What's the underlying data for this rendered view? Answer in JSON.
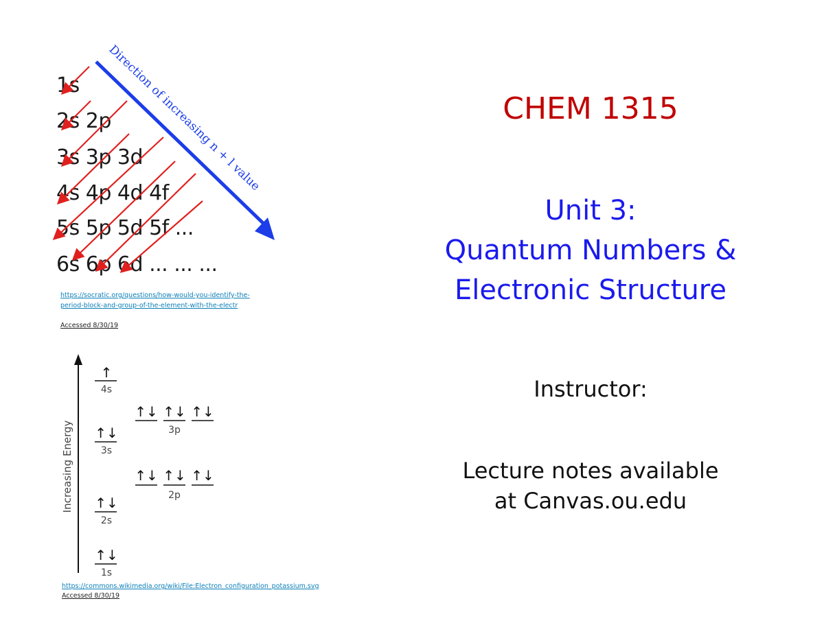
{
  "aufbau": {
    "rows": [
      "1s",
      "2s 2p",
      "3s 3p 3d",
      "4s 4p 4d 4f",
      "5s 5p 5d 5f ...",
      "6s 6p 6d ... ... ..."
    ],
    "direction_label": "Direction of increasing n + l value",
    "arrow_colors": {
      "diagonal": "#e0201e",
      "direction": "#1c3de8"
    }
  },
  "source1": {
    "url": "https://socratic.org/questions/how-would-you-identify-the-period-block-and-group-of-the-element-with-the-electr",
    "accessed": "Accessed 8/30/19"
  },
  "energy_diagram": {
    "axis_label": "Increasing Energy",
    "orbitals": [
      {
        "label": "4s",
        "electrons": [
          "↑"
        ]
      },
      {
        "label": "3s",
        "electrons": [
          "↑↓"
        ]
      },
      {
        "label": "3p",
        "electrons": [
          "↑↓",
          "↑↓",
          "↑↓"
        ]
      },
      {
        "label": "2s",
        "electrons": [
          "↑↓"
        ]
      },
      {
        "label": "2p",
        "electrons": [
          "↑↓",
          "↑↓",
          "↑↓"
        ]
      },
      {
        "label": "1s",
        "electrons": [
          "↑↓"
        ]
      }
    ]
  },
  "source2": {
    "url": "https://commons.wikimedia.org/wiki/File:Electron_configuration_potassium.svg",
    "accessed": "Accessed 8/30/19"
  },
  "course": {
    "title": "CHEM 1315",
    "unit_line1": "Unit 3:",
    "unit_line2": "Quantum Numbers &",
    "unit_line3": "Electronic Structure",
    "instructor": "Instructor:",
    "notes_line1": "Lecture notes available",
    "notes_line2": "at Canvas.ou.edu"
  },
  "colors": {
    "course_title": "#c00000",
    "unit_title": "#1a1aee",
    "link": "#0b7fb8"
  }
}
